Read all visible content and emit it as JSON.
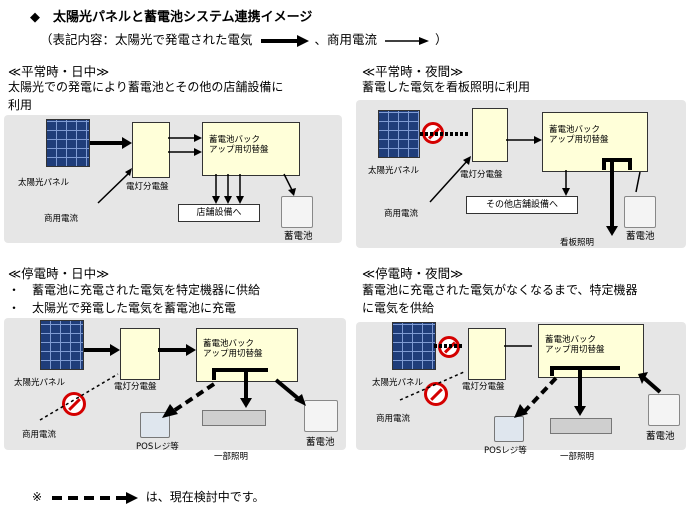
{
  "title": "◆　太陽光パネルと蓄電池システム連携イメージ",
  "legend": {
    "prefix": "（表記内容：太陽光で発電された電気",
    "middle": "、商用電流",
    "suffix": "）"
  },
  "scenes": [
    {
      "heading": "≪平常時・日中≫",
      "description": [
        "太陽光での発電により蓄電池とその他の店舗設備に",
        "利用"
      ],
      "labels": {
        "solar": "太陽光パネル",
        "grid": "商用電流",
        "distribution": "電灯分電盤",
        "switchboard": "蓄電池バック\nアップ用切替盤",
        "load": "店舗設備へ",
        "battery": "蓄電池"
      }
    },
    {
      "heading": "≪平常時・夜間≫",
      "description": [
        "蓄電した電気を看板照明に利用"
      ],
      "labels": {
        "solar": "太陽光パネル",
        "grid": "商用電流",
        "distribution": "電灯分電盤",
        "switchboard": "蓄電池バック\nアップ用切替盤",
        "load": "その他店舗設備へ",
        "sign": "看板照明",
        "battery": "蓄電池"
      }
    },
    {
      "heading": "≪停電時・日中≫",
      "description": [
        "・　蓄電池に充電された電気を特定機器に供給",
        "・　太陽光で発電した電気を蓄電池に充電"
      ],
      "labels": {
        "solar": "太陽光パネル",
        "grid": "商用電流",
        "distribution": "電灯分電盤",
        "switchboard": "蓄電池バック\nアップ用切替盤",
        "pos": "POSレジ等",
        "light": "一部照明",
        "battery": "蓄電池"
      }
    },
    {
      "heading": "≪停電時・夜間≫",
      "description": [
        "蓄電池に充電された電気がなくなるまで、特定機器",
        "に電気を供給"
      ],
      "labels": {
        "solar": "太陽光パネル",
        "grid": "商用電流",
        "distribution": "電灯分電盤",
        "switchboard": "蓄電池バック\nアップ用切替盤",
        "pos": "POSレジ等",
        "light": "一部照明",
        "battery": "蓄電池"
      }
    }
  ],
  "note": {
    "prefix": "※",
    "suffix": "は、現在検討中です。"
  },
  "colors": {
    "panel_bg": "#e6e6e6",
    "box_fill": "#ffffd9",
    "solar_blue": "#1f3d7a",
    "no_sign": "#d40000"
  },
  "icons": [
    "solar-panel-icon",
    "battery-icon",
    "pos-register-icon",
    "ceiling-light-icon",
    "no-entry-icon"
  ]
}
